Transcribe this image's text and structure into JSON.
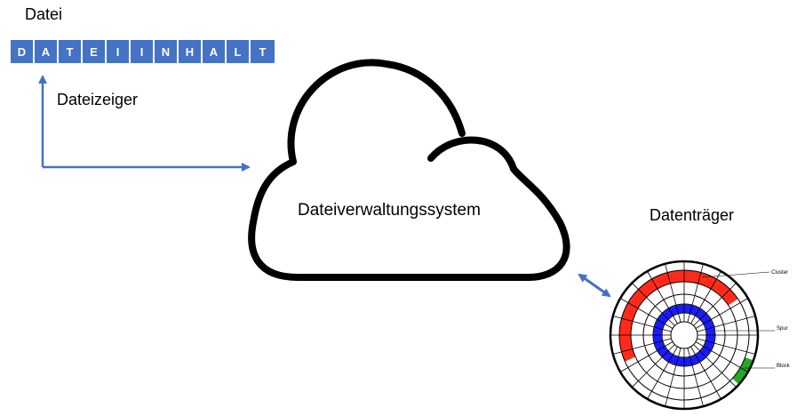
{
  "file": {
    "title": "Datei",
    "content_letters": [
      "D",
      "A",
      "T",
      "E",
      "I",
      "I",
      "N",
      "H",
      "A",
      "L",
      "T"
    ],
    "cell_color": "#4472c4"
  },
  "pointer": {
    "label": "Dateizeiger",
    "arrow_color": "#4472c4"
  },
  "system": {
    "label": "Dateiverwaltungssystem"
  },
  "medium": {
    "label": "Datenträger",
    "legend": {
      "cluster": "Cluster",
      "track": "Spur",
      "block": "Block"
    },
    "colors": {
      "cluster": "#ff2a1a",
      "track": "#1a1aff",
      "block": "#22aa22"
    }
  }
}
